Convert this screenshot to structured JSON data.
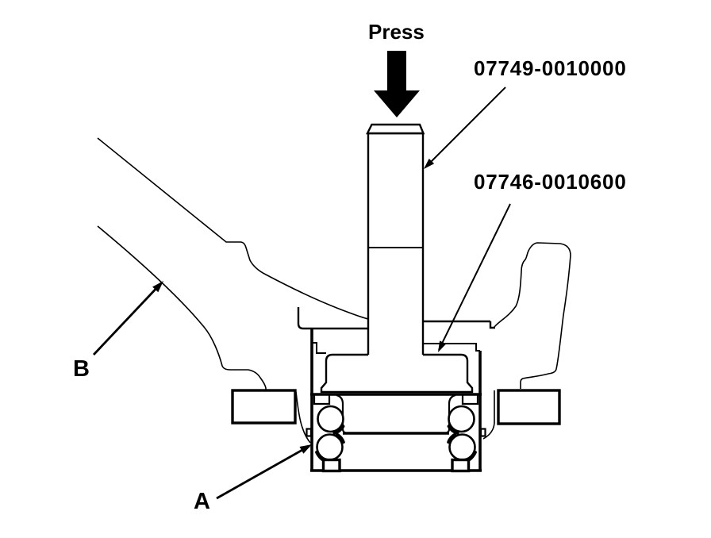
{
  "figure": {
    "type": "technical-illustration",
    "description": "Press a new wheel bearing into the steering knuckle using a driver and attachment",
    "background_color": "#ffffff",
    "line_color": "#000000",
    "labels": {
      "press": "Press",
      "driver_part_no": "07749-0010000",
      "attachment_part_no": "07746-0010600",
      "bearing_label": "A",
      "knuckle_label": "B"
    },
    "callouts": [
      {
        "label": "Press",
        "points_to": "driver-tool-top",
        "icon": "press-down-arrow-icon"
      },
      {
        "label": "07749-0010000",
        "points_to": "driver-tool"
      },
      {
        "label": "07746-0010600",
        "points_to": "attachment-disc"
      },
      {
        "label": "B",
        "points_to": "steering-knuckle-arm"
      },
      {
        "label": "A",
        "points_to": "wheel-bearing"
      }
    ]
  }
}
